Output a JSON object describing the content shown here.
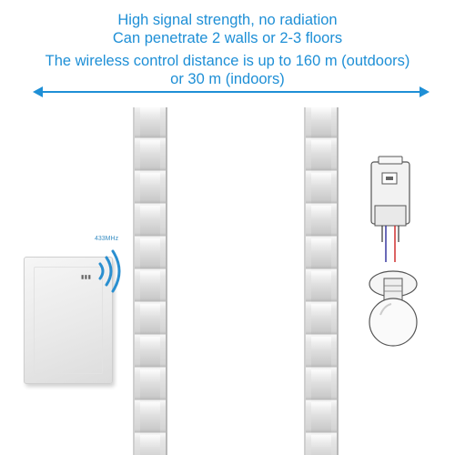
{
  "captions": {
    "line1": "High signal strength, no radiation",
    "line2": "Can penetrate 2 walls or 2-3 floors",
    "line3": "The wireless control distance is up to 160 m (outdoors)",
    "line4": "or 30 m (indoors)"
  },
  "transmitter": {
    "frequency_label": "433MHz"
  },
  "colors": {
    "caption_text": "#1e8fd6",
    "arrow": "#1e8fd6",
    "waves": "#2a8fd0"
  },
  "icons": {
    "arrow": "double-arrow-icon",
    "waves": "wireless-signal-icon",
    "bulb": "light-bulb-icon"
  }
}
